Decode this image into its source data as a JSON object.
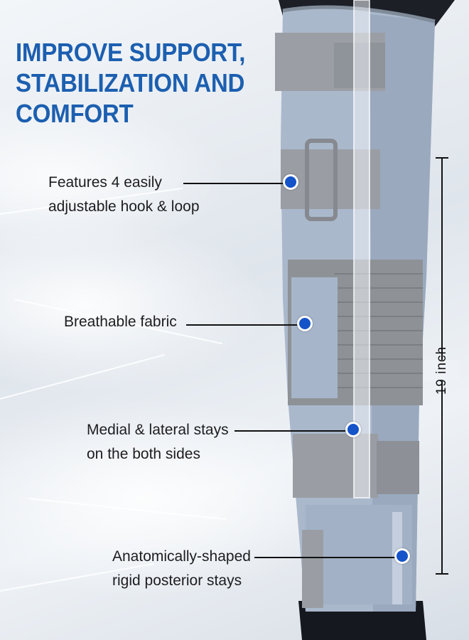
{
  "headline": {
    "line1": "IMPROVE SUPPORT,",
    "line2": "STABILIZATION AND",
    "line3": "COMFORT"
  },
  "features": [
    {
      "line1": "Features  4 easily",
      "line2": "adjustable hook & loop"
    },
    {
      "line1": "Breathable fabric"
    },
    {
      "line1": "Medial & lateral stays",
      "line2": "on the both sides"
    },
    {
      "line1": "Anatomically-shaped",
      "line2": "rigid posterior stays"
    }
  ],
  "dimension": {
    "label": "19 inch"
  },
  "colors": {
    "headline": "#1c5fb0",
    "dot": "#1553c9",
    "brace": "#a9b6c8",
    "strap": "#9a9ea4"
  }
}
